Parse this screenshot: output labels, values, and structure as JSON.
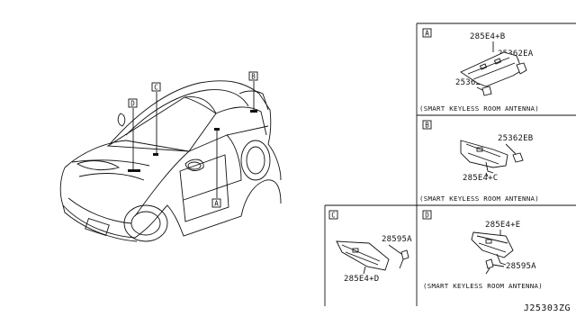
{
  "car_callouts": [
    "D",
    "C",
    "B",
    "A"
  ],
  "panel_a": {
    "letter": "A",
    "parts": {
      "antenna": "285E4+B",
      "clip_upper": "25362EA",
      "clip_lower": "25362E"
    },
    "caption": "(SMART KEYLESS ROOM ANTENNA)"
  },
  "panel_b": {
    "letter": "B",
    "parts": {
      "antenna": "285E4+C",
      "clip": "25362EB"
    },
    "caption": "(SMART KEYLESS ROOM ANTENNA)"
  },
  "panel_c": {
    "letter": "C",
    "parts": {
      "antenna": "285E4+D",
      "bolt": "28595A"
    }
  },
  "panel_d": {
    "letter": "D",
    "parts": {
      "antenna": "285E4+E",
      "bolt": "28595A"
    },
    "caption": "(SMART KEYLESS ROOM ANTENNA)"
  },
  "diagram_ref": "J25303ZG"
}
